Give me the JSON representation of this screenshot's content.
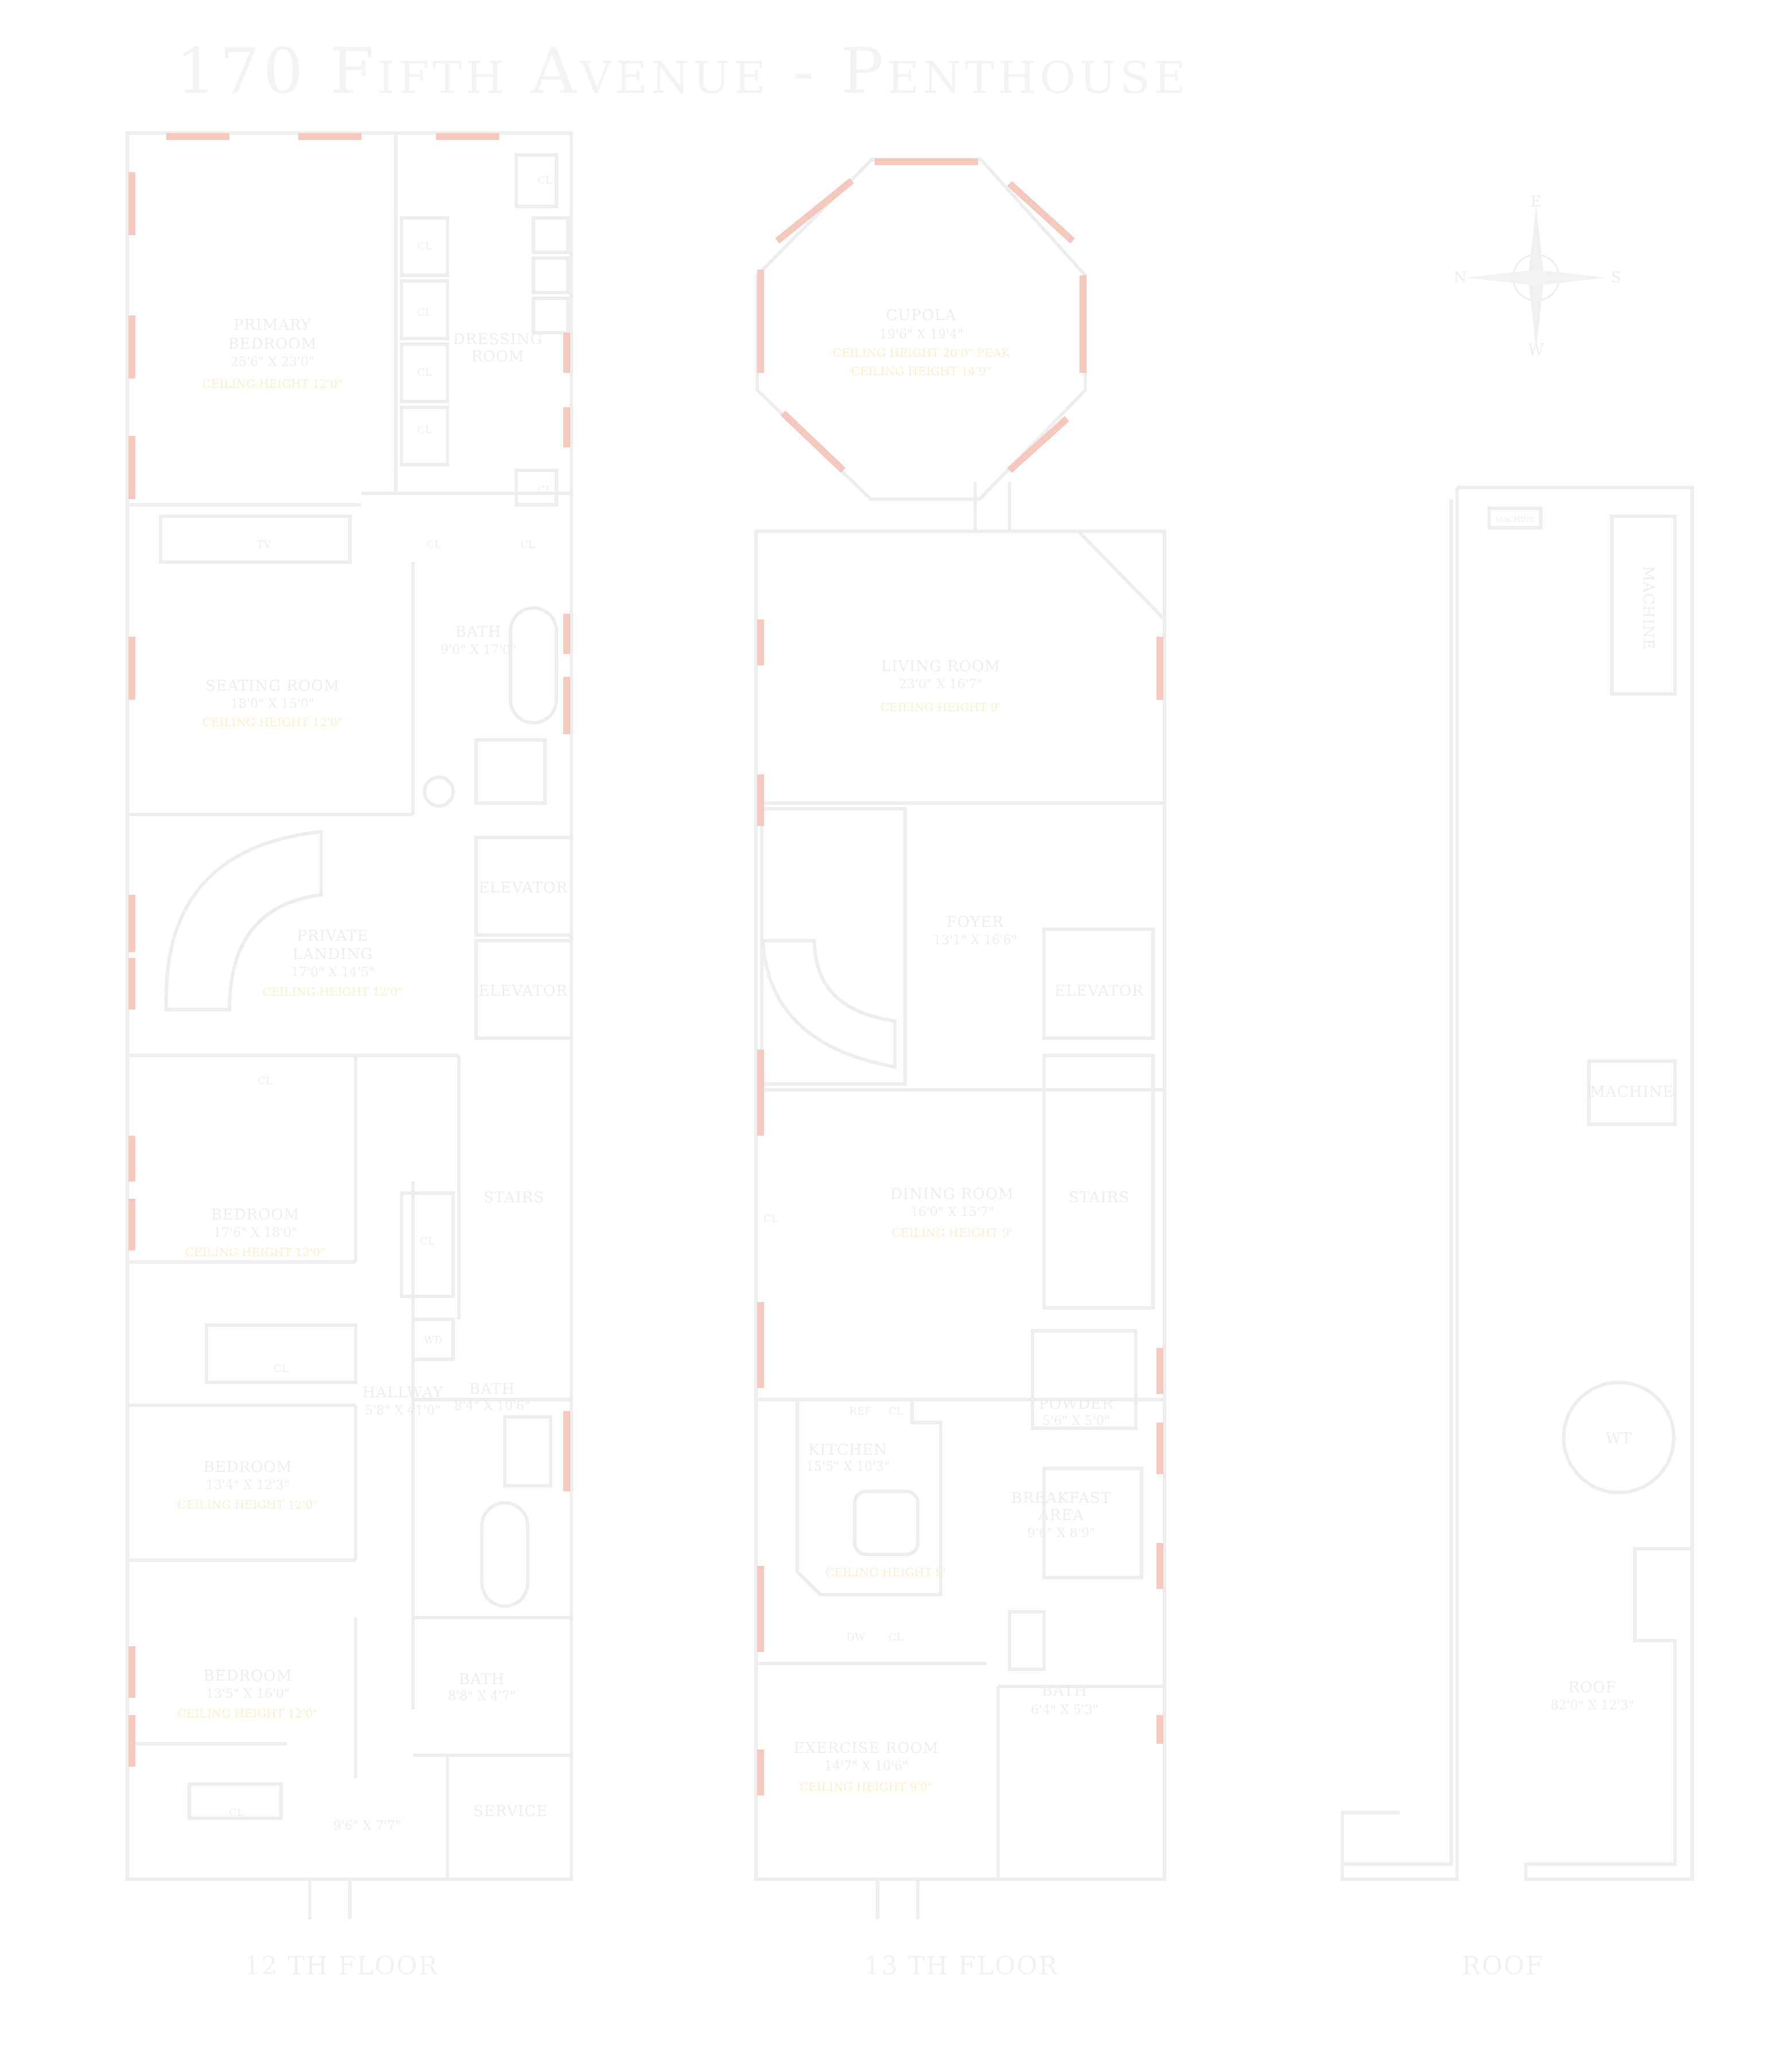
{
  "title": "170 Fifth Avenue - Penthouse",
  "floor_labels": {
    "f12": "12 TH FLOOR",
    "f13": "13 TH FLOOR",
    "roof": "ROOF"
  },
  "rooms": {
    "primary_bedroom": {
      "name1": "PRIMARY",
      "name2": "BEDROOM",
      "dims": "25'6\" X 23'0\"",
      "ceiling": "CEILING HEIGHT 12'0\""
    },
    "dressing_room": {
      "name1": "DRESSING",
      "name2": "ROOM"
    },
    "bath_primary": {
      "name": "BATH",
      "dims": "9'0\" X 17'0\""
    },
    "seating_room": {
      "name": "SEATING ROOM",
      "dims": "18'0\" X 15'0\"",
      "ceiling": "CEILING HEIGHT 12'0\""
    },
    "private_landing": {
      "name1": "PRIVATE",
      "name2": "LANDING",
      "dims": "17'0\" X 14'5\"",
      "ceiling": "CEILING HEIGHT 12'0\""
    },
    "elevator_a": "ELEVATOR",
    "elevator_b": "ELEVATOR",
    "stairs_12": "STAIRS",
    "bedroom_1": {
      "name": "BEDROOM",
      "dims": "17'6\" X 18'0\"",
      "ceiling": "CEILING HEIGHT 12'0\""
    },
    "hallway": {
      "name": "HALLWAY",
      "dims": "5'8\" X 41'0\""
    },
    "bath_2": {
      "name": "BATH",
      "dims": "8'4\" X 10'6\""
    },
    "bedroom_2": {
      "name": "BEDROOM",
      "dims": "13'4\" X 12'3\"",
      "ceiling": "CEILING HEIGHT 12'0\""
    },
    "bedroom_3": {
      "name": "BEDROOM",
      "dims": "13'5\" X 16'0\"",
      "ceiling": "CEILING HEIGHT 12'0\""
    },
    "bath_3": {
      "name": "BATH",
      "dims": "8'8\" X 4'7\""
    },
    "landing_12": {
      "dims": "9'6\" X 7'7\""
    },
    "service": "SERVICE",
    "cupola": {
      "name": "CUPOLA",
      "dims": "19'6\" X 19'4\"",
      "ceiling1": "CEILING HEIGHT 20'0\" PEAK",
      "ceiling2": "CEILING HEIGHT 14'9\""
    },
    "living_room": {
      "name": "LIVING ROOM",
      "dims": "23'0\" X 16'7\"",
      "ceiling": "CEILING HEIGHT 9'"
    },
    "foyer": {
      "name": "FOYER",
      "dims": "13'1\" X 16'6\""
    },
    "elevator_13": "ELEVATOR",
    "dining_room": {
      "name": "DINING ROOM",
      "dims": "16'0\" X 15'7\"",
      "ceiling": "CEILING HEIGHT 9'"
    },
    "stairs_13": "STAIRS",
    "powder": {
      "name": "POWDER",
      "dims": "5'6\" X 5'0\""
    },
    "kitchen": {
      "name": "KITCHEN",
      "dims": "15'5\" X 10'3\"",
      "ceiling": "CEILING HEIGHT 9'"
    },
    "breakfast": {
      "name1": "BREAKFAST",
      "name2": "AREA",
      "dims": "9'6\" X 8'9\""
    },
    "bath_13": {
      "name": "BATH",
      "dims": "6'4\" X 5'3\""
    },
    "exercise_room": {
      "name": "EXERCISE ROOM",
      "dims": "14'7\" X 10'6\"",
      "ceiling": "CEILING HEIGHT 9'0\""
    },
    "roof": {
      "name": "ROOF",
      "dims": "82'0\" X 12'3\""
    },
    "machine_1": "MACHINE",
    "machine_2": "MACHINE",
    "machine_3": "MACHINE",
    "wt": "WT"
  },
  "fixtures": {
    "cl": "CL",
    "tv": "TV",
    "wd": "WD",
    "ref": "REF",
    "dw": "DW"
  },
  "compass": {
    "n": "N",
    "s": "S",
    "e": "E",
    "w": "W"
  },
  "colors": {
    "wall": "#efefef",
    "window": "#f5c8bd",
    "room_text": "#eeeeee",
    "ceiling_text": "#fbefcc"
  }
}
